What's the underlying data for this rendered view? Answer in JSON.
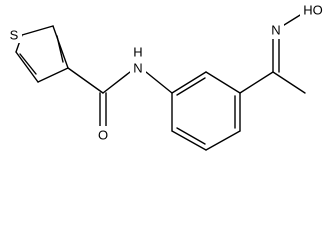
{
  "structure": {
    "atoms": {
      "sulfur": "S",
      "amide_nitrogen": "N",
      "amide_hydrogen": "H",
      "carbonyl_oxygen": "O",
      "oxime_nitrogen": "N",
      "hydroxyl": "HO"
    },
    "colors": {
      "bond": "#000000",
      "label": "#000000",
      "background": "#ffffff"
    }
  }
}
